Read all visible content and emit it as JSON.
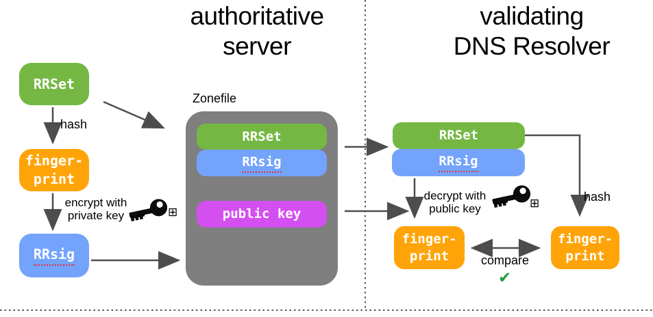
{
  "titles": {
    "auth1": "authoritative",
    "auth2": "server",
    "val1": "validating",
    "val2": "DNS Resolver"
  },
  "auth": {
    "rrset": "RRSet",
    "hash": "hash",
    "fp1": "finger-",
    "fp2": "print",
    "enc1": "encrypt with",
    "enc2": "private key",
    "rrsig": "RRsig"
  },
  "zonefile": {
    "label": "Zonefile",
    "rrset": "RRSet",
    "rrsig": "RRsig",
    "pubkey": "public key"
  },
  "val": {
    "rrset": "RRSet",
    "rrsig": "RRsig",
    "dec1": "decrypt with",
    "dec2": "public key",
    "hash": "hash",
    "fp_left1": "finger-",
    "fp_left2": "print",
    "fp_right1": "finger-",
    "fp_right2": "print",
    "compare": "compare"
  },
  "icons": {
    "boxed_plus_left": "⊞",
    "boxed_plus_right": "⊞",
    "checkmark": "✔"
  },
  "colors": {
    "green": "#74b843",
    "orange": "#ffa408",
    "blue": "#73a3fb",
    "magenta": "#d44ff0",
    "gray": "#7f7f7f",
    "arrow": "#4d4d4d",
    "check": "#1e9e3e",
    "redline": "#e53333"
  }
}
